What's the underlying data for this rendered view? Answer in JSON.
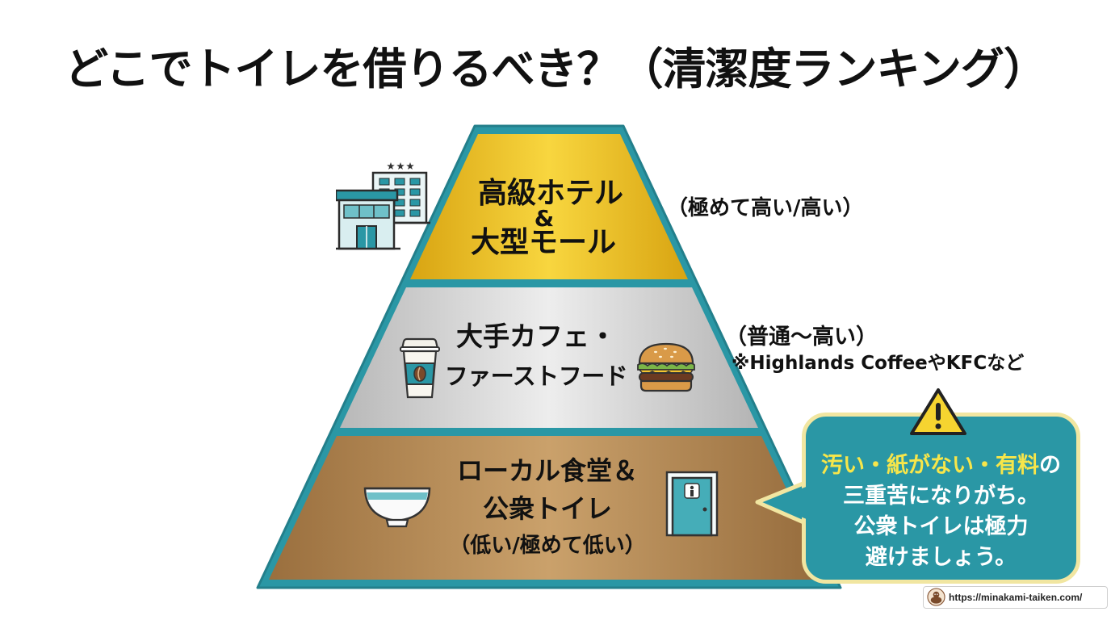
{
  "title": "どこでトイレを借りるべき？（清潔度ランキング）",
  "colors": {
    "teal": "#2a97a5",
    "gold": "#f3c623",
    "silver": "#d6d6d6",
    "bronze": "#b48a57",
    "bubble_border": "#f1e6a1",
    "highlight": "#f7e64a"
  },
  "pyramid": {
    "tiers": [
      {
        "lines": [
          "高級ホテル",
          "&",
          "大型モール"
        ],
        "rating": "（極めて高い/高い）",
        "icons": [
          "hotel-building-icon"
        ]
      },
      {
        "lines": [
          "大手カフェ・",
          "ファーストフード"
        ],
        "rating": "（普通～高い）",
        "note": "※Highlands CoffeeやKFCなど",
        "icons": [
          "coffee-cup-icon",
          "burger-icon"
        ]
      },
      {
        "lines": [
          "ローカル食堂＆",
          "公衆トイレ"
        ],
        "rating": "（低い/極めて低い）",
        "icons": [
          "rice-bowl-icon",
          "toilet-door-icon"
        ]
      }
    ]
  },
  "warning": {
    "icon": "warning-icon",
    "highlight": "汚い・紙がない・有料",
    "highlight_suffix": "の",
    "lines": [
      "三重苦になりがち。",
      "公衆トイレは極力",
      "避けましょう。"
    ]
  },
  "footer": {
    "avatar": "avatar-icon",
    "url": "https://minakami-taiken.com/"
  }
}
